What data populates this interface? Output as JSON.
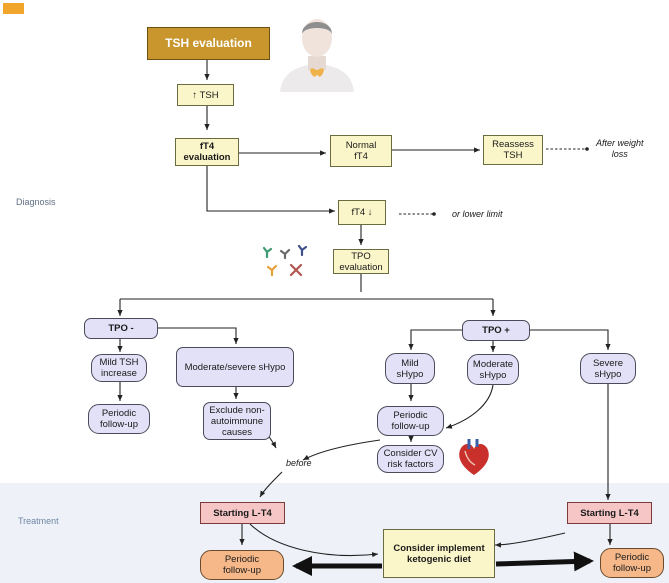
{
  "sections": {
    "diagnosis": "Diagnosis",
    "treatment": "Treatment"
  },
  "boxes": {
    "tsh_evaluation": "TSH evaluation",
    "tsh_up": "↑ TSH",
    "ft4_evaluation": "fT4\nevaluation",
    "normal_ft4": "Normal\nfT4",
    "reassess_tsh": "Reassess\nTSH",
    "ft4_low": "fT4 ↓",
    "tpo_evaluation": "TPO\nevaluation",
    "tpo_neg": "TPO -",
    "tpo_pos": "TPO +",
    "mild_tsh_increase": "Mild TSH\nincrease",
    "moderate_severe_shypo": "Moderate/severe sHypo",
    "periodic_followup_left": "Periodic\nfollow-up",
    "exclude_nonautoimmune": "Exclude non-\nautoimmune\ncauses",
    "mild_shypo": "Mild\nsHypo",
    "moderate_shypo": "Moderate\nsHypo",
    "severe_shypo": "Severe\nsHypo",
    "periodic_followup_mid": "Periodic\nfollow-up",
    "consider_cv": "Consider CV\nrisk factors",
    "starting_lt4_left": "Starting L-T4",
    "starting_lt4_right": "Starting L-T4",
    "periodic_followup_bottom_left": "Periodic\nfollow-up",
    "periodic_followup_bottom_right": "Periodic\nfollow-up",
    "ketogenic": "Consider implement\nketogenic diet"
  },
  "notes": {
    "after_weight_loss": "After weight\nloss",
    "or_lower_limit": "or lower  limit",
    "before": "before"
  },
  "colors": {
    "gold": "#c8962d",
    "yellow": "#fbf6c9",
    "lavender": "#e3e1f7",
    "pink": "#f6c6c6",
    "peach": "#f6b889",
    "accent_tag": "#f2a52b"
  },
  "icons": [
    "person-thyroid-icon",
    "antibodies-icon",
    "heart-icon"
  ]
}
